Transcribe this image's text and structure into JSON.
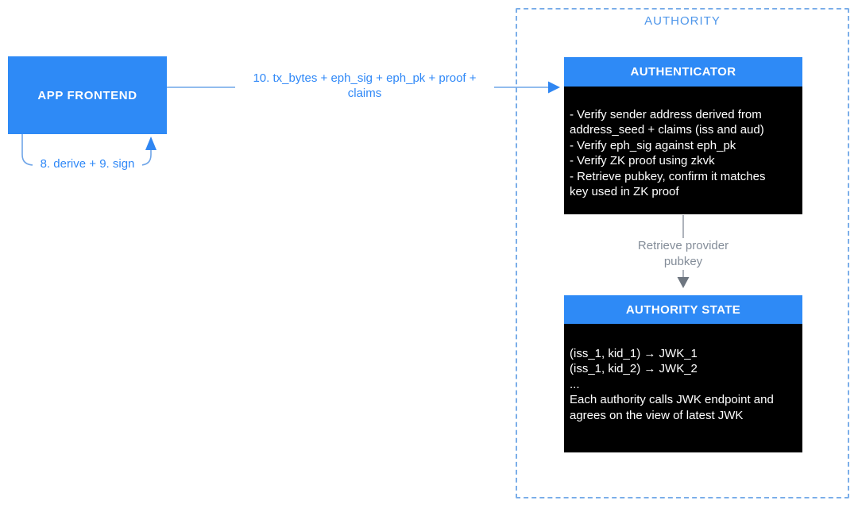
{
  "colors": {
    "primary_blue": "#2E8AF6",
    "container_border_blue": "#7BAEE9",
    "authority_label_blue": "#4E96EA",
    "label_blue": "#2F88F7",
    "connector_blue": "#6FA5E8",
    "arrowhead_blue": "#2F86F2",
    "connector_gray": "#9AA0AA",
    "connector_gray_head": "#6E7680",
    "label_gray": "#848D99",
    "box_black": "#000000",
    "box_text_white": "#FFFFFF"
  },
  "app_frontend": {
    "label": "APP FRONTEND"
  },
  "connectors": {
    "tx_label": "10. tx_bytes + eph_sig + eph_pk + proof +\nclaims",
    "derive_sign_label": "8. derive + 9. sign",
    "retrieve_pubkey_label": "Retrieve provider\npubkey"
  },
  "authority": {
    "label": "AUTHORITY",
    "authenticator": {
      "title": "AUTHENTICATOR",
      "body": "- Verify sender address derived from\naddress_seed + claims (iss and aud)\n- Verify eph_sig against eph_pk\n- Verify ZK proof using zkvk\n- Retrieve pubkey, confirm it matches\nkey used in ZK proof"
    },
    "authority_state": {
      "title": "AUTHORITY STATE",
      "body": "(iss_1, kid_1) → JWK_1\n(iss_1, kid_2) → JWK_2\n...\nEach authority calls JWK endpoint and\nagrees on the view of latest JWK"
    }
  }
}
